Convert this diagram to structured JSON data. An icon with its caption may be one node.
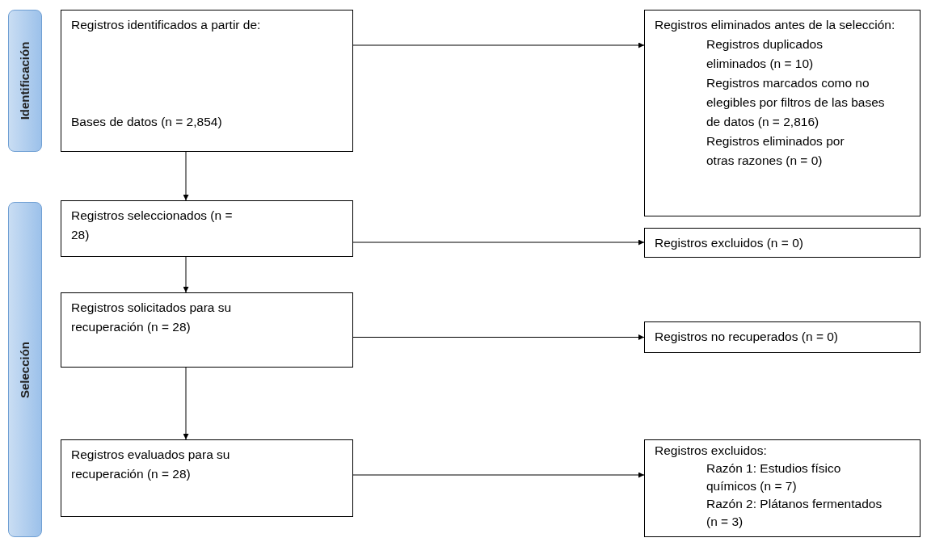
{
  "diagram": {
    "nodes": [
      {
        "text": [
          "Identificación"
        ]
      },
      {
        "text": [
          "Selección"
        ]
      },
      {
        "text": [
          "Registros identificados a partir de:",
          "Bases de datos (n = 2,854)"
        ]
      },
      {
        "text": [
          "Registros eliminados antes de la selección:",
          "Registros duplicados eliminados (n = 10)",
          "Registros marcados como no elegibles por filtros de las bases de datos (n = 2,816)",
          "Registros eliminados por otras razones (n = 0)"
        ]
      },
      {
        "text": [
          "Registros seleccionados (n = 28)"
        ]
      },
      {
        "text": [
          "Registros excluidos (n = 0)"
        ]
      },
      {
        "text": [
          "Registros solicitados para su recuperación (n = 28)"
        ]
      },
      {
        "text": [
          "Registros no recuperados (n = 0)"
        ]
      },
      {
        "text": [
          "Registros evaluados para su recuperación (n = 28)"
        ]
      },
      {
        "text": [
          "Registros excluidos:",
          "Razón 1:  Estudios físico químicos (n = 7)",
          "Razón 2: Plátanos fermentados (n = 3)"
        ]
      }
    ],
    "edges": [
      {
        "from": 2,
        "to": 3,
        "arrow": "to"
      },
      {
        "from": 2,
        "to": 4,
        "arrow": "to"
      },
      {
        "from": 4,
        "to": 5,
        "arrow": "to"
      },
      {
        "from": 4,
        "to": 6,
        "arrow": "to"
      },
      {
        "from": 6,
        "to": 7,
        "arrow": "to"
      },
      {
        "from": 6,
        "to": 8,
        "arrow": "to"
      },
      {
        "from": 8,
        "to": 9,
        "arrow": "to"
      }
    ]
  }
}
